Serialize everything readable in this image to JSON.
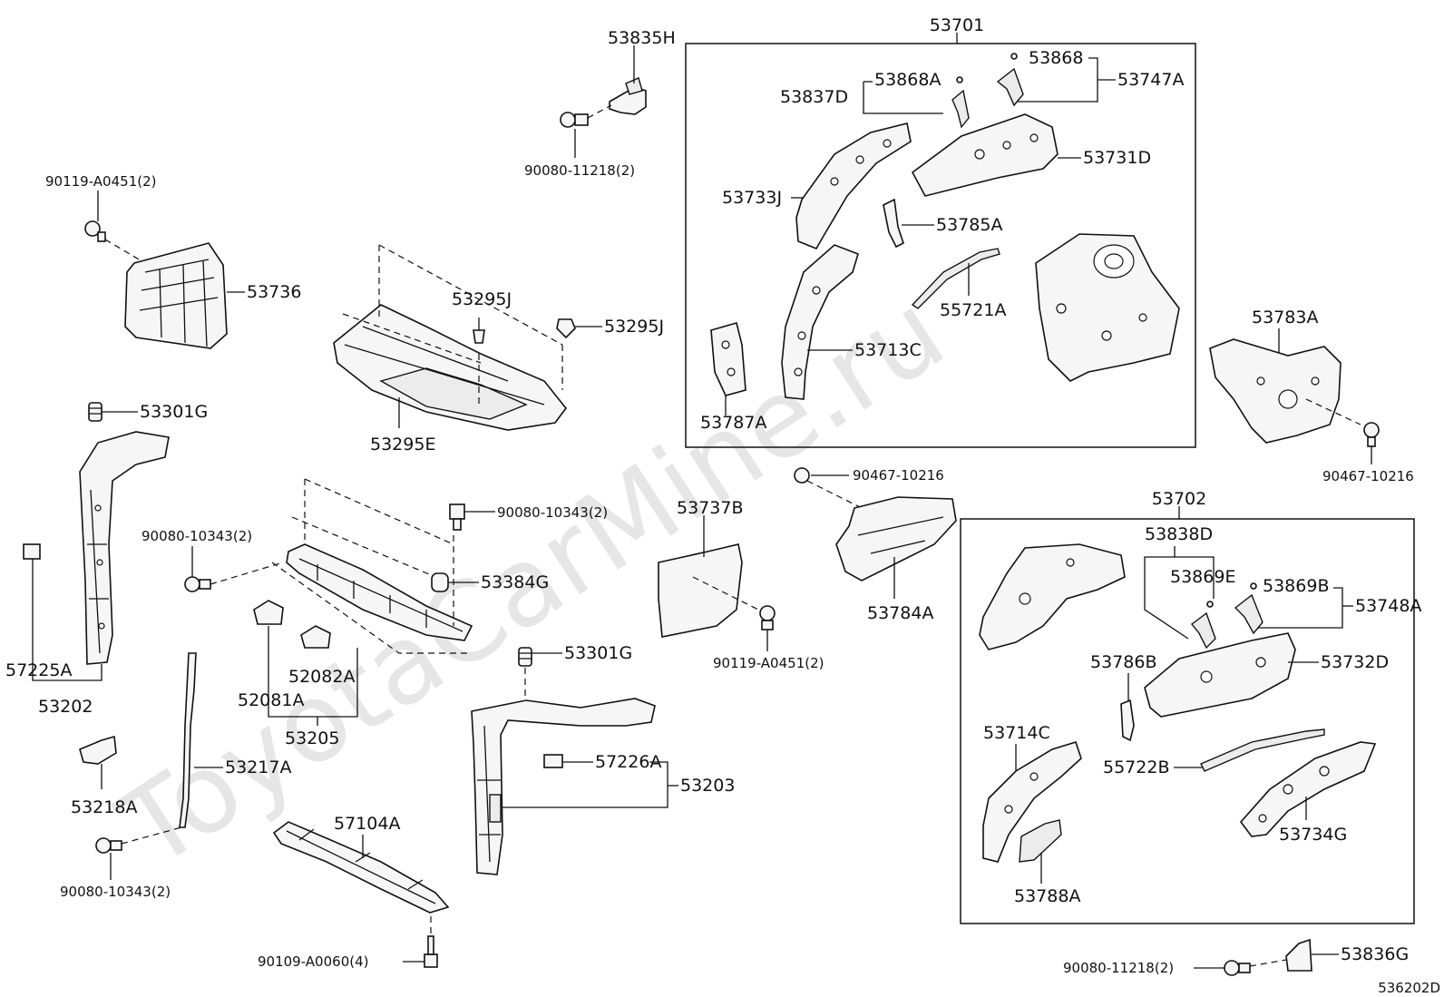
{
  "diagram": {
    "watermark": "ToyotaCarMine.ru",
    "code": "536202D",
    "groups": {
      "g53701": "53701",
      "g53702": "53702"
    },
    "labels": {
      "p53835H": "53835H",
      "p90080_11218_top": "90080-11218(2)",
      "p90119_A0451_top": "90119-A0451(2)",
      "p53736": "53736",
      "p53295J_a": "53295J",
      "p53295J_b": "53295J",
      "p53295E": "53295E",
      "p53301G_a": "53301G",
      "p57225A": "57225A",
      "p53202": "53202",
      "p90080_10343_a": "90080-10343(2)",
      "p90080_10343_b": "90080-10343(2)",
      "p53384G": "53384G",
      "p52081A": "52081A",
      "p52082A": "52082A",
      "p53205": "53205",
      "p53218A": "53218A",
      "p53217A": "53217A",
      "p90080_10343_c": "90080-10343(2)",
      "p57104A": "57104A",
      "p90109_A0060": "90109-A0060(4)",
      "p53301G_b": "53301G",
      "p57226A": "57226A",
      "p53203": "53203",
      "p53737B": "53737B",
      "p90119_A0451_mid": "90119-A0451(2)",
      "p90467_10216_a": "90467-10216",
      "p53784A": "53784A",
      "p53837D": "53837D",
      "p53868A": "53868A",
      "p53868": "53868",
      "p53747A": "53747A",
      "p53731D": "53731D",
      "p53733J": "53733J",
      "p53785A": "53785A",
      "p55721A": "55721A",
      "p53713C": "53713C",
      "p53787A": "53787A",
      "p53783A": "53783A",
      "p90467_10216_b": "90467-10216",
      "p53838D": "53838D",
      "p53869E": "53869E",
      "p53869B": "53869B",
      "p53748A": "53748A",
      "p53732D": "53732D",
      "p53786B": "53786B",
      "p53714C": "53714C",
      "p55722B": "55722B",
      "p53734G": "53734G",
      "p53788A": "53788A",
      "p90080_11218_bot": "90080-11218(2)",
      "p53836G": "53836G"
    }
  }
}
